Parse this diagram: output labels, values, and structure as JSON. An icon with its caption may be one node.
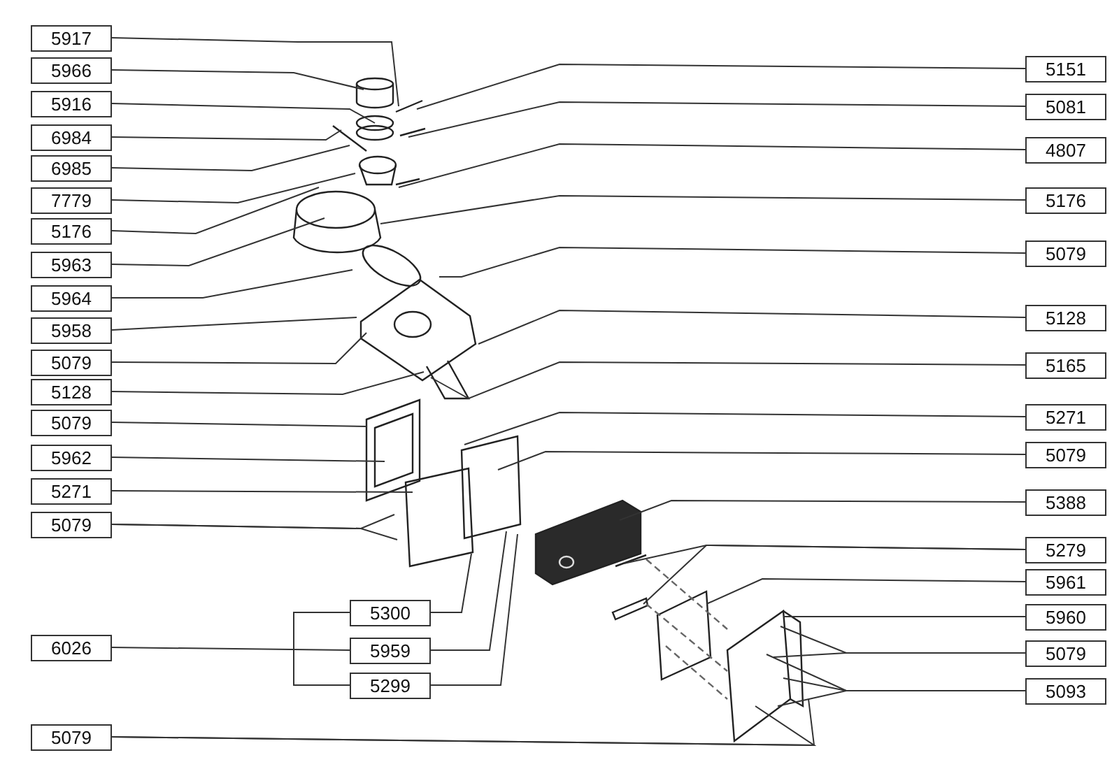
{
  "diagram": {
    "nodes": [
      {
        "text": [
          "5917"
        ]
      },
      {
        "text": [
          "5966"
        ]
      },
      {
        "text": [
          "5916"
        ]
      },
      {
        "text": [
          "6984"
        ]
      },
      {
        "text": [
          "6985"
        ]
      },
      {
        "text": [
          "7779"
        ]
      },
      {
        "text": [
          "5176"
        ]
      },
      {
        "text": [
          "5963"
        ]
      },
      {
        "text": [
          "5964"
        ]
      },
      {
        "text": [
          "5958"
        ]
      },
      {
        "text": [
          "5079"
        ]
      },
      {
        "text": [
          "5128"
        ]
      },
      {
        "text": [
          "5079"
        ]
      },
      {
        "text": [
          "5962"
        ]
      },
      {
        "text": [
          "5271"
        ]
      },
      {
        "text": [
          "5079"
        ]
      },
      {
        "text": [
          "6026"
        ]
      },
      {
        "text": [
          "5079"
        ]
      },
      {
        "text": [
          "5300"
        ]
      },
      {
        "text": [
          "5959"
        ]
      },
      {
        "text": [
          "5299"
        ]
      },
      {
        "text": [
          "5151"
        ]
      },
      {
        "text": [
          "5081"
        ]
      },
      {
        "text": [
          "4807"
        ]
      },
      {
        "text": [
          "5176"
        ]
      },
      {
        "text": [
          "5079"
        ]
      },
      {
        "text": [
          "5128"
        ]
      },
      {
        "text": [
          "5165"
        ]
      },
      {
        "text": [
          "5271"
        ]
      },
      {
        "text": [
          "5079"
        ]
      },
      {
        "text": [
          "5388"
        ]
      },
      {
        "text": [
          "5279"
        ]
      },
      {
        "text": [
          "5961"
        ]
      },
      {
        "text": [
          "5960"
        ]
      },
      {
        "text": [
          "5079"
        ]
      },
      {
        "text": [
          "5093"
        ]
      }
    ],
    "edges": [
      {
        "from": 0,
        "to": null,
        "arrow": "none"
      },
      {
        "from": 1,
        "to": null,
        "arrow": "none"
      },
      {
        "from": 2,
        "to": null,
        "arrow": "none"
      },
      {
        "from": 3,
        "to": null,
        "arrow": "none"
      },
      {
        "from": 4,
        "to": null,
        "arrow": "none"
      },
      {
        "from": 5,
        "to": null,
        "arrow": "none"
      },
      {
        "from": 6,
        "to": null,
        "arrow": "none"
      },
      {
        "from": 7,
        "to": null,
        "arrow": "none"
      },
      {
        "from": 8,
        "to": null,
        "arrow": "none"
      },
      {
        "from": 9,
        "to": null,
        "arrow": "none"
      },
      {
        "from": 10,
        "to": null,
        "arrow": "none"
      },
      {
        "from": 11,
        "to": null,
        "arrow": "none"
      },
      {
        "from": 12,
        "to": null,
        "arrow": "none"
      },
      {
        "from": 13,
        "to": null,
        "arrow": "none"
      },
      {
        "from": 14,
        "to": null,
        "arrow": "none"
      },
      {
        "from": 15,
        "to": null,
        "arrow": "none"
      },
      {
        "from": 15,
        "to": null,
        "arrow": "none"
      },
      {
        "from": 16,
        "to": 19,
        "arrow": "none"
      },
      {
        "from": 17,
        "to": null,
        "arrow": "none"
      },
      {
        "from": 17,
        "to": null,
        "arrow": "none"
      },
      {
        "from": 18,
        "to": 20,
        "arrow": "none"
      },
      {
        "from": 18,
        "to": null,
        "arrow": "none"
      },
      {
        "from": 19,
        "to": null,
        "arrow": "none"
      },
      {
        "from": 20,
        "to": null,
        "arrow": "none"
      },
      {
        "from": 21,
        "to": null,
        "arrow": "none"
      },
      {
        "from": 22,
        "to": null,
        "arrow": "none"
      },
      {
        "from": 23,
        "to": null,
        "arrow": "none"
      },
      {
        "from": 24,
        "to": null,
        "arrow": "none"
      },
      {
        "from": 25,
        "to": null,
        "arrow": "none"
      },
      {
        "from": 26,
        "to": null,
        "arrow": "none"
      },
      {
        "from": 27,
        "to": null,
        "arrow": "none"
      },
      {
        "from": 28,
        "to": null,
        "arrow": "none"
      },
      {
        "from": 29,
        "to": null,
        "arrow": "none"
      },
      {
        "from": 30,
        "to": null,
        "arrow": "none"
      },
      {
        "from": 31,
        "to": null,
        "arrow": "none"
      },
      {
        "from": 31,
        "to": null,
        "arrow": "none"
      },
      {
        "from": 32,
        "to": null,
        "arrow": "none"
      },
      {
        "from": 33,
        "to": null,
        "arrow": "none"
      },
      {
        "from": 34,
        "to": null,
        "arrow": "none"
      },
      {
        "from": 34,
        "to": null,
        "arrow": "none"
      },
      {
        "from": 35,
        "to": null,
        "arrow": "none"
      },
      {
        "from": 35,
        "to": null,
        "arrow": "none"
      },
      {
        "from": 35,
        "to": null,
        "arrow": "none"
      }
    ]
  }
}
